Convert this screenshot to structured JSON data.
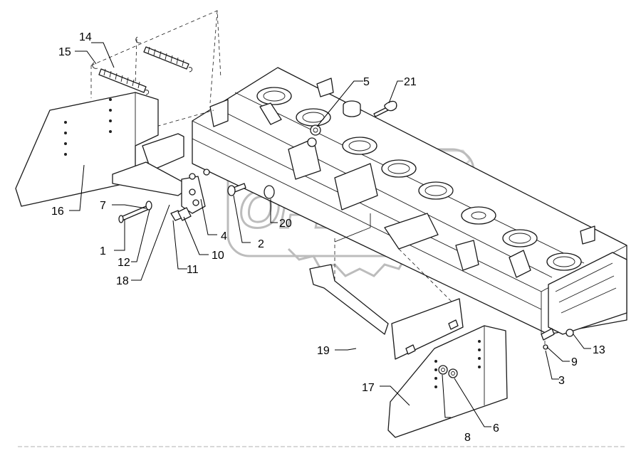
{
  "watermark": {
    "text": "OPEX"
  },
  "callouts": [
    "1",
    "2",
    "3",
    "4",
    "5",
    "6",
    "7",
    "8",
    "9",
    "10",
    "11",
    "12",
    "13",
    "14",
    "15",
    "16",
    "17",
    "18",
    "19",
    "20",
    "21"
  ],
  "colors": {
    "line": "#1a1a1a",
    "watermark": "#bcbcbc",
    "background": "#ffffff"
  }
}
